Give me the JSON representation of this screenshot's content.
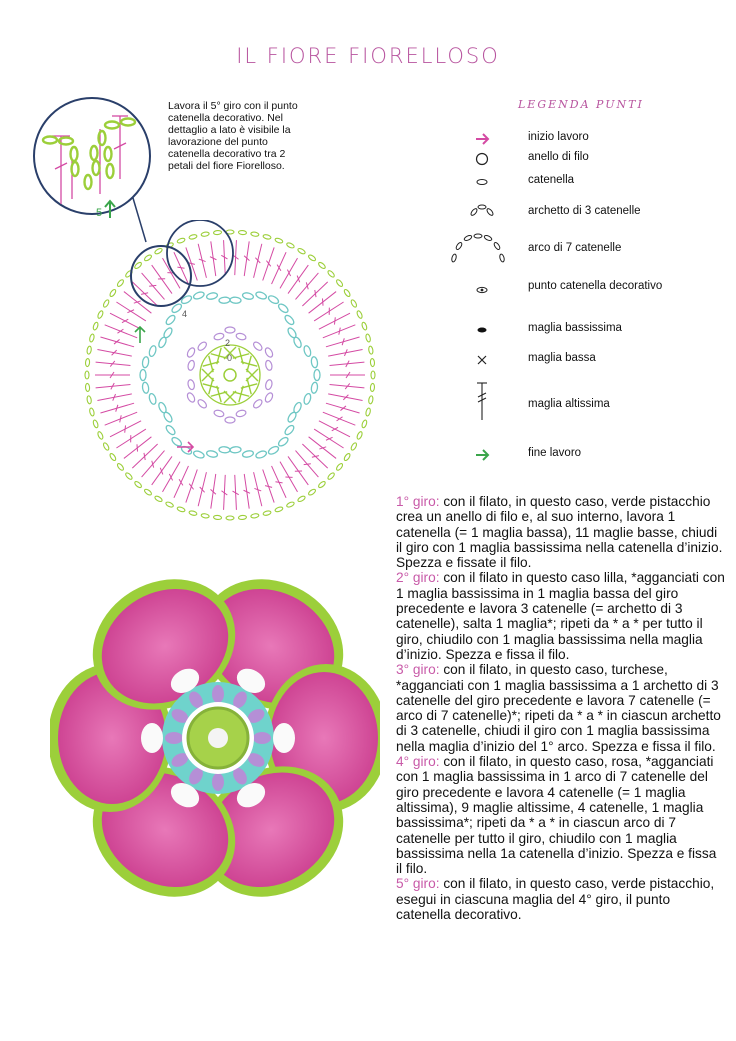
{
  "title": "IL FIORE FIORELLOSO",
  "note": "Lavora il 5° giro con il punto catenella decorativo. Nel dettaglio a lato è visibile la lavorazione del punto catenella decorativo tra 2 petali del fiore Fiorelloso.",
  "detail_label": "5",
  "diagram_labels": {
    "round4": "4",
    "round2": "2",
    "round1": "0"
  },
  "legend": {
    "title": "LEGENDA PUNTI",
    "items": [
      {
        "icon": "start-arrow-icon",
        "label": "inizio lavoro",
        "color": "#d44aa3"
      },
      {
        "icon": "ring-icon",
        "label": "anello di filo"
      },
      {
        "icon": "chain-icon",
        "label": "catenella"
      },
      {
        "icon": "small-arch-icon",
        "label": "archetto di 3 catenelle"
      },
      {
        "icon": "arch-icon",
        "label": "arco di 7 catenelle"
      },
      {
        "icon": "decorative-chain-icon",
        "label": "punto catenella decorativo"
      },
      {
        "icon": "slip-stitch-icon",
        "label": "maglia bassissima"
      },
      {
        "icon": "single-crochet-icon",
        "label": "maglia bassa"
      },
      {
        "icon": "treble-icon",
        "label": "maglia altissima"
      },
      {
        "icon": "end-arrow-icon",
        "label": "fine lavoro",
        "color": "#3aa54a"
      }
    ]
  },
  "colors": {
    "pink": "#d44aa3",
    "green": "#9ccf3a",
    "lilac": "#b58fd6",
    "turquoise": "#6fc7c4",
    "label_pink": "#c85aa8"
  },
  "rounds": [
    {
      "label": "1° giro:",
      "text": " con il filato, in questo caso,  verde pistacchio crea un anello di filo e, al suo interno, lavora 1 catenella (= 1 maglia bassa), 11 maglie basse, chiudi il giro con 1 maglia bassissima nella catenella d’inizio. Spezza e fissate il filo."
    },
    {
      "label": "2° giro:",
      "text": " con il filato in questo caso lilla, *agganciati con 1 maglia bassissima in 1 maglia bassa del giro precedente e lavora 3 catenelle (= archetto di 3 catenelle), salta 1 maglia*;  ripeti da * a * per tutto il giro, chiudilo con 1 maglia bassissima nella maglia d’inizio. Spezza e fissa il filo."
    },
    {
      "label": "3° giro:",
      "text": " con il filato, in questo caso, turchese, *agganciati con 1 maglia bassissima a 1 archetto di 3 catenelle del giro precedente e lavora 7 catenelle (= arco di 7 catenelle)*; ripeti da * a * in ciascun archetto di 3 catenelle, chiudi il giro con 1 maglia bassissima nella maglia d’inizio del 1° arco. Spezza e fissa il filo."
    },
    {
      "label": "4° giro:",
      "text": " con il filato, in questo caso, rosa, *agganciati con 1 maglia bassissima in 1 arco di 7 catenelle del giro precedente e lavora 4 catenelle (= 1 maglia altissima), 9 maglie altissime, 4 catenelle, 1 maglia bassissima*; ripeti da * a * in ciascun arco di 7 catenelle per tutto il giro, chiudilo con 1 maglia bassissima nella 1a catenella d’inizio. Spezza e fissa il filo."
    },
    {
      "label": "5° giro:",
      "text": " con il filato, in questo caso, verde pistacchio, esegui in ciascuna maglia del 4° giro, il punto catenella decorativo."
    }
  ]
}
